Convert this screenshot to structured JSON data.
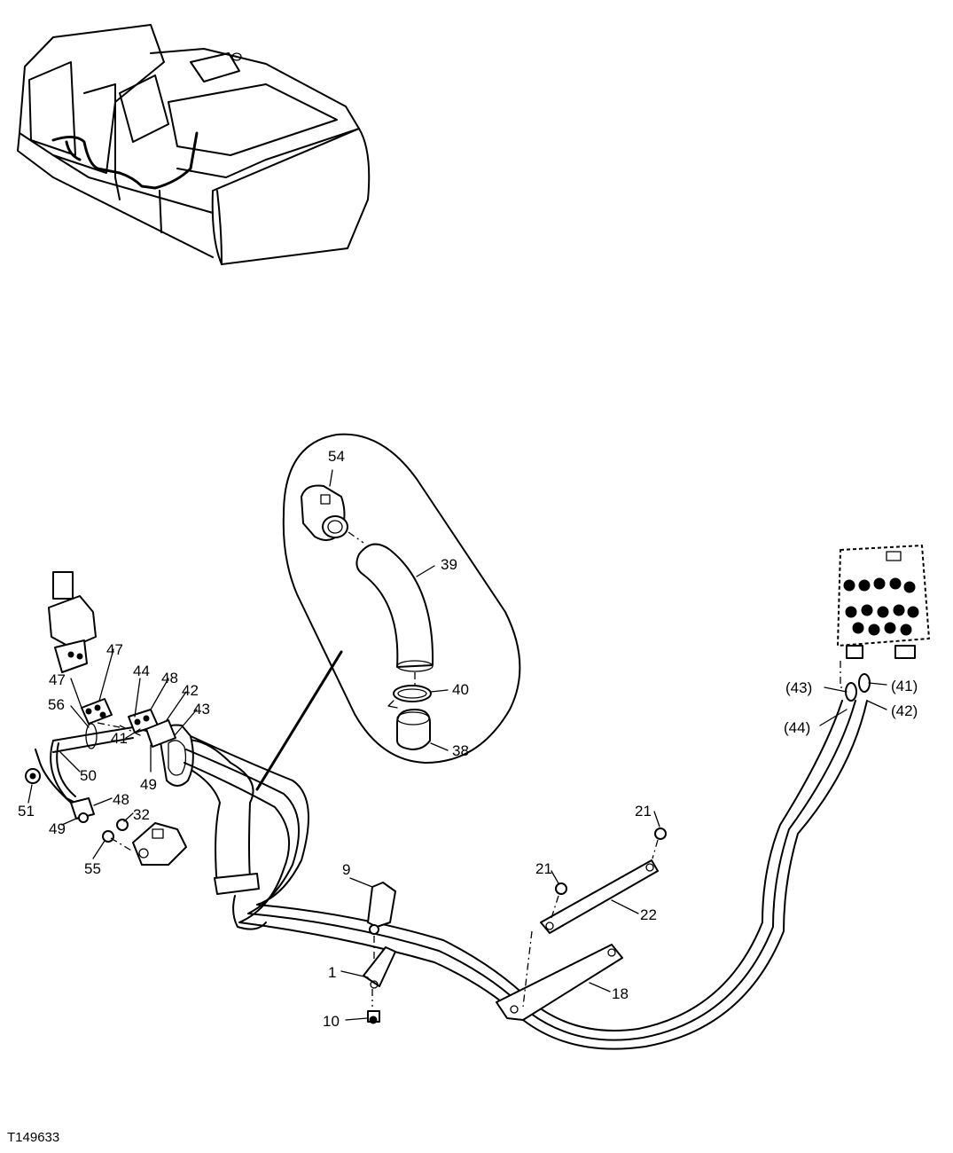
{
  "figure_id": "T149633",
  "callouts": [
    {
      "id": "c54",
      "text": "54"
    },
    {
      "id": "c39",
      "text": "39"
    },
    {
      "id": "c40",
      "text": "40"
    },
    {
      "id": "c38",
      "text": "38"
    },
    {
      "id": "c47a",
      "text": "47"
    },
    {
      "id": "c47b",
      "text": "47"
    },
    {
      "id": "c44",
      "text": "44"
    },
    {
      "id": "c48a",
      "text": "48"
    },
    {
      "id": "c42",
      "text": "42"
    },
    {
      "id": "c43",
      "text": "43"
    },
    {
      "id": "c56",
      "text": "56"
    },
    {
      "id": "c41",
      "text": "41"
    },
    {
      "id": "c49a",
      "text": "49"
    },
    {
      "id": "c50",
      "text": "50"
    },
    {
      "id": "c51",
      "text": "51"
    },
    {
      "id": "c48b",
      "text": "48"
    },
    {
      "id": "c32",
      "text": "32"
    },
    {
      "id": "c49b",
      "text": "49"
    },
    {
      "id": "c55",
      "text": "55"
    },
    {
      "id": "c9",
      "text": "9"
    },
    {
      "id": "c1",
      "text": "1"
    },
    {
      "id": "c10",
      "text": "10"
    },
    {
      "id": "c21a",
      "text": "21"
    },
    {
      "id": "c21b",
      "text": "21"
    },
    {
      "id": "c22",
      "text": "22"
    },
    {
      "id": "c18",
      "text": "18"
    },
    {
      "id": "c43r",
      "text": "(43)"
    },
    {
      "id": "c41r",
      "text": "(41)"
    },
    {
      "id": "c44r",
      "text": "(44)"
    },
    {
      "id": "c42r",
      "text": "(42)"
    }
  ]
}
